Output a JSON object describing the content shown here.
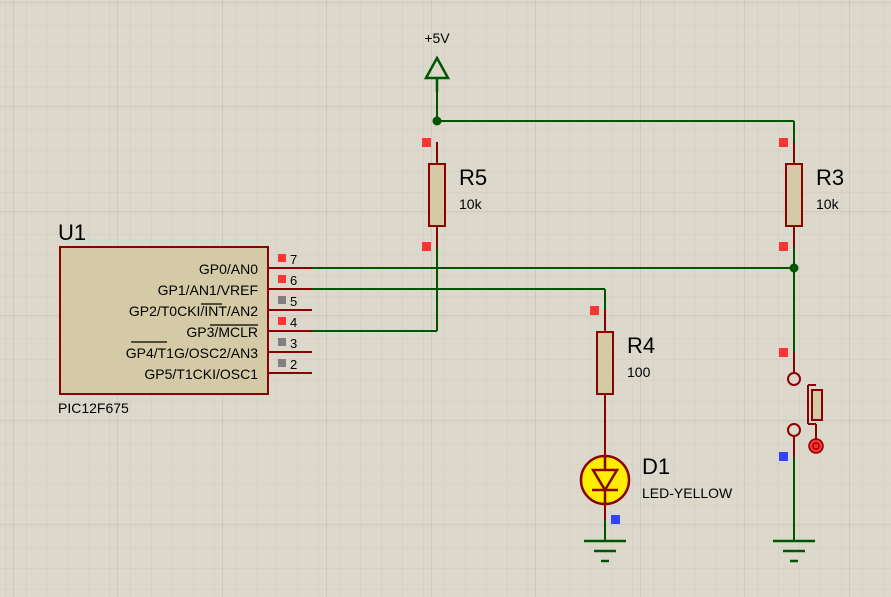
{
  "power": {
    "label": "+5V"
  },
  "components": {
    "u1": {
      "ref": "U1",
      "part": "PIC12F675",
      "pins": [
        {
          "num": "7",
          "name": "GP0/AN0"
        },
        {
          "num": "6",
          "name": "GP1/AN1/VREF"
        },
        {
          "num": "5",
          "name": "GP2/T0CKI/INT/AN2"
        },
        {
          "num": "4",
          "name": "GP3/MCLR"
        },
        {
          "num": "3",
          "name": "GP4/T1G/OSC2/AN3"
        },
        {
          "num": "2",
          "name": "GP5/T1CKI/OSC1"
        }
      ]
    },
    "r5": {
      "ref": "R5",
      "value": "10k"
    },
    "r3": {
      "ref": "R3",
      "value": "10k"
    },
    "r4": {
      "ref": "R4",
      "value": "100"
    },
    "d1": {
      "ref": "D1",
      "value": "LED-YELLOW"
    }
  },
  "colors": {
    "background": "#dcd9cc",
    "grid": "#c8c5b8",
    "wire": "#005500",
    "body_outline": "#8b0000",
    "body_fill": "#d4caa6",
    "pin_active": "#ff3333",
    "pin_inactive": "#808080",
    "pin_ground": "#3344ff",
    "led_fill": "#ffee00"
  }
}
